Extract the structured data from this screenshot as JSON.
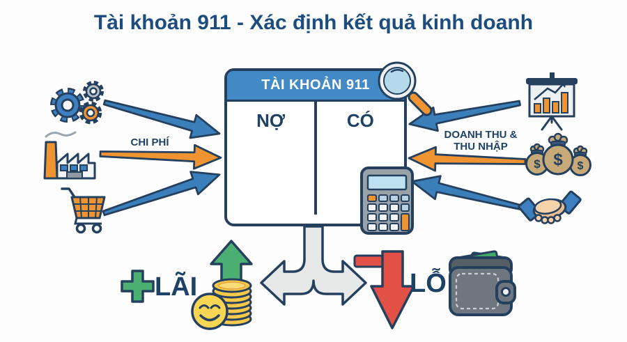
{
  "title": "Tài khoản 911 - Xác định kết quả kinh doanh",
  "taccount": {
    "header": "TÀI KHOẢN 911",
    "debit_label": "NỢ",
    "credit_label": "CÓ"
  },
  "flows": {
    "expenses_label": "CHI PHÍ",
    "revenue_line1": "DOANH THU &",
    "revenue_line2": "THU NHẬP"
  },
  "outcomes": {
    "profit_label": "LÃI",
    "loss_label": "LỖ"
  },
  "icons": {
    "money_bag_symbol": "$",
    "left_column": [
      "gears-icon",
      "factory-icon",
      "shopping-cart-icon"
    ],
    "right_column": [
      "bar-chart-icon",
      "money-bags-icon",
      "handshake-icon"
    ],
    "center": [
      "magnifier-icon",
      "calculator-icon"
    ],
    "bottom": [
      "plus-icon",
      "up-arrow-icon",
      "coins-icon",
      "smiley-icon",
      "fork-arrow-icon",
      "minus-icon",
      "down-arrow-icon",
      "wallet-icon"
    ]
  },
  "colors": {
    "bg": "#fdfdfd",
    "outline-navy": "#24405e",
    "text-navy": "#1e4166",
    "title-blue": "#1d4d7e",
    "header-blue": "#4289c5",
    "arrow-blue": "#3b7fba",
    "orange": "#ef9430",
    "green": "#4caf72",
    "red": "#e25046",
    "gold": "#f6c94b",
    "gray": "#e7e9e9"
  }
}
